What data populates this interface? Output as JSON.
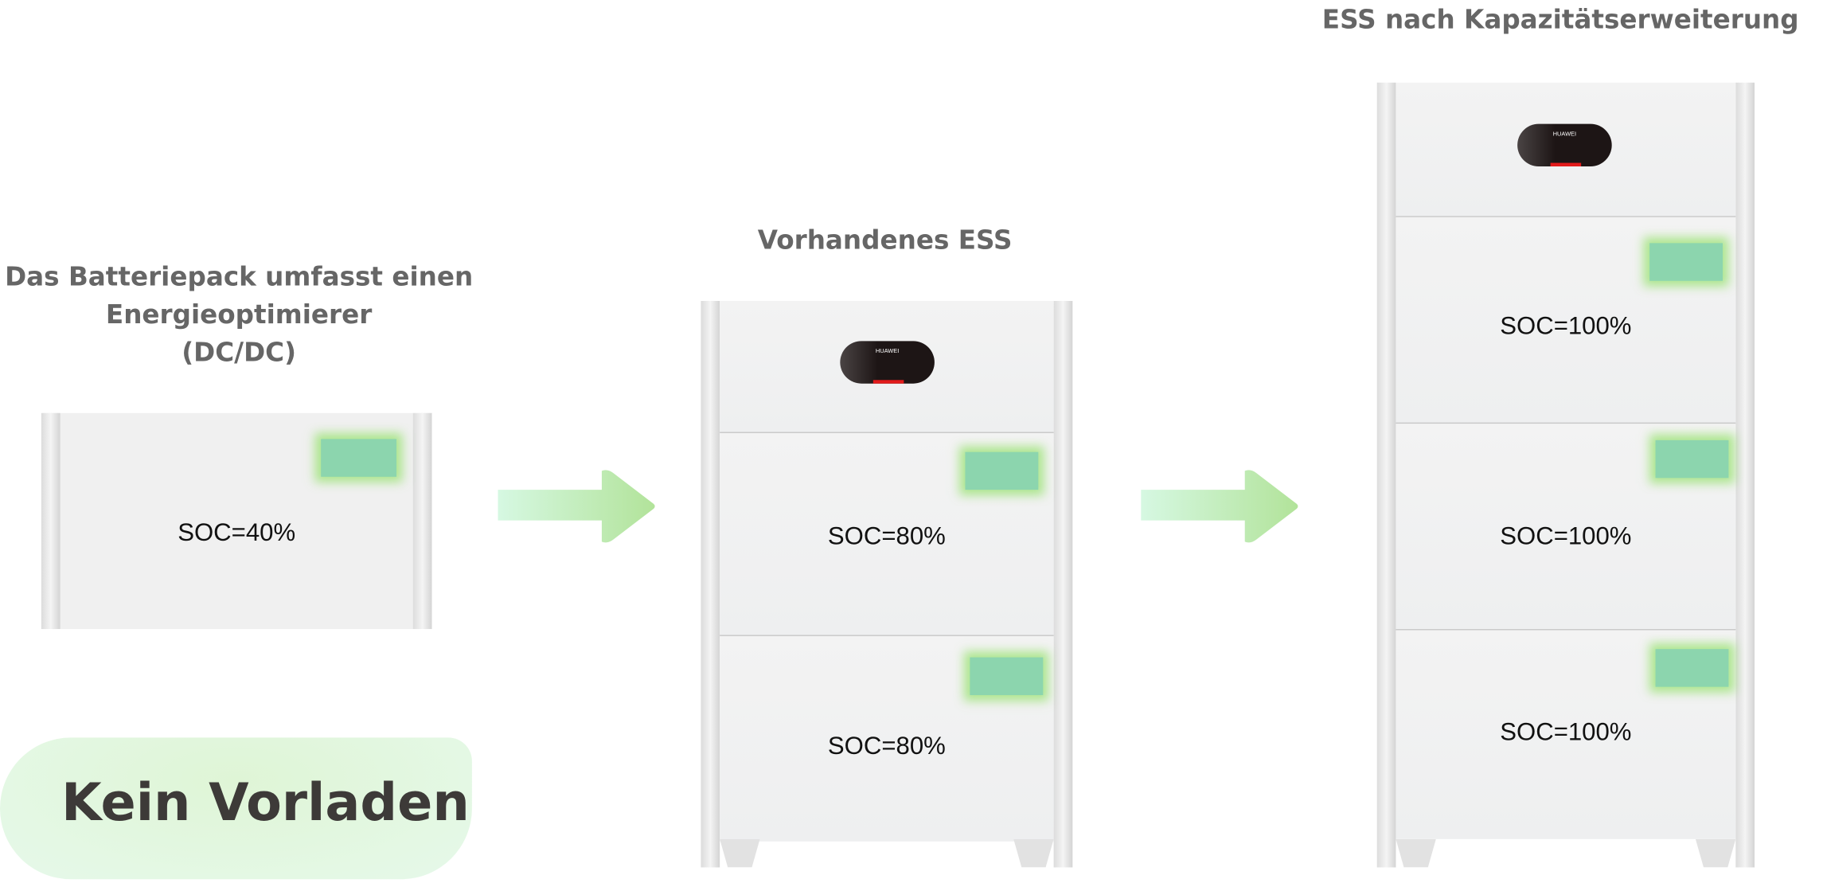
{
  "left": {
    "caption_lines": [
      "Das Batteriepack umfasst einen",
      "Energieoptimierer",
      "(DC/DC)"
    ],
    "soc": "SOC=40%",
    "badge": "Kein Vorladen"
  },
  "middle": {
    "title": "Vorhandenes ESS",
    "modules": [
      "SOC=80%",
      "SOC=80%"
    ],
    "brand": "HUAWEI"
  },
  "right": {
    "title": "ESS nach Kapazitätserweiterung",
    "modules": [
      "SOC=100%",
      "SOC=100%",
      "SOC=100%"
    ],
    "brand": "HUAWEI"
  },
  "colors": {
    "led": "#8cd5ae",
    "arrow_start": "#d6f8e2",
    "arrow_end": "#b2e39a",
    "badge": "#e2f6de"
  }
}
